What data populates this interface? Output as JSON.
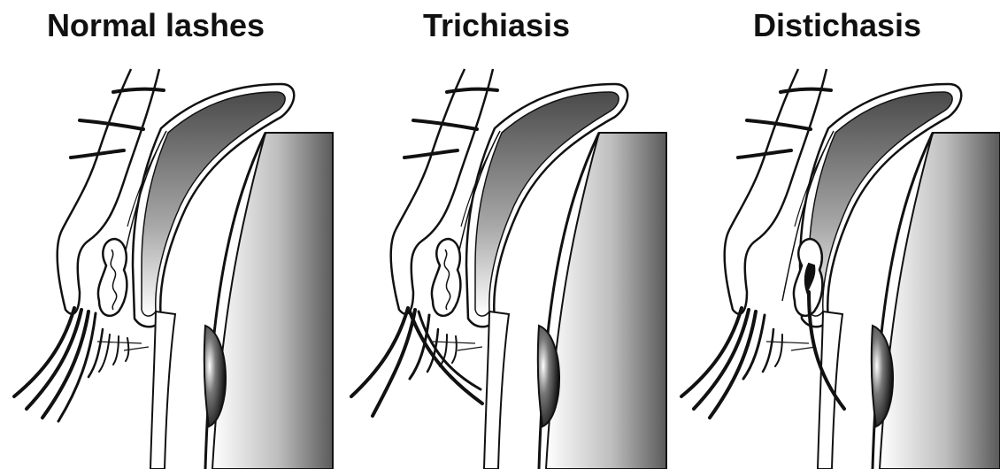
{
  "panels": [
    {
      "title": "Normal lashes"
    },
    {
      "title": "Trichiasis"
    },
    {
      "title": "Distichasis"
    }
  ],
  "colors": {
    "ink": "#111111",
    "background": "#ffffff",
    "shade_dark": "#555555",
    "shade_light": "#ffffff"
  }
}
